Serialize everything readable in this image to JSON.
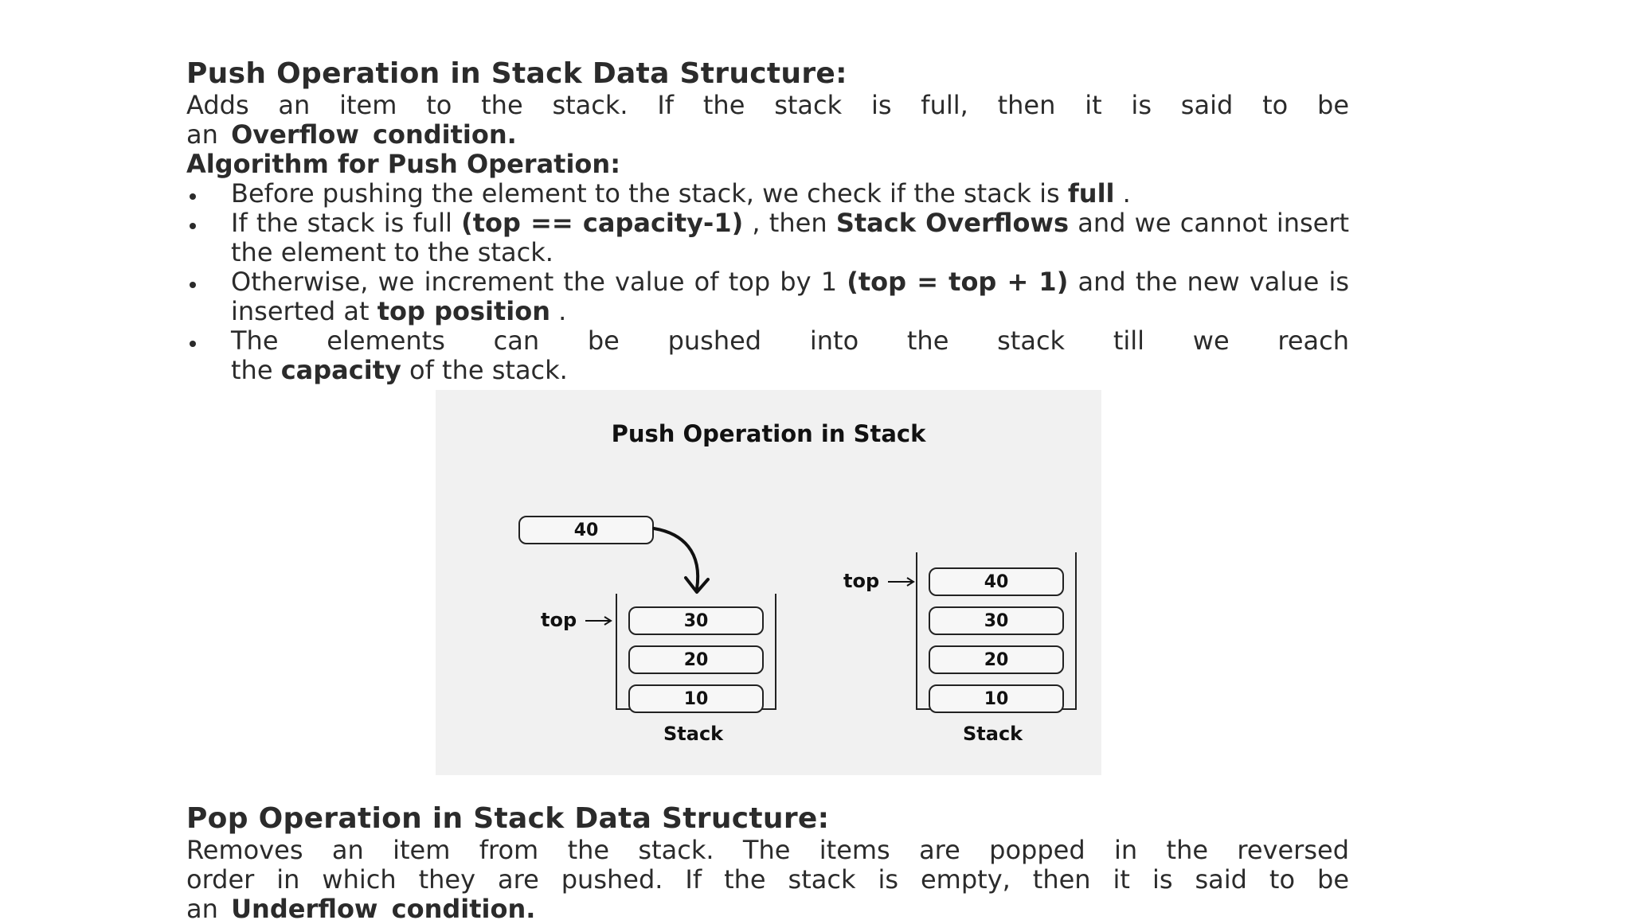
{
  "push": {
    "heading": "Push Operation in Stack Data Structure:",
    "intro_line1": "Adds an item to the stack. If the stack is full, then it is said to be",
    "intro_pre": "an ",
    "intro_bold": "Overflow condition.",
    "algo_heading": "Algorithm for Push Operation:",
    "b1_text": "Before pushing the element to the stack, we check if the stack is ",
    "b1_bold": "full",
    "b1_end": " .",
    "b2_t1": "If the stack is full ",
    "b2_b1": "(top == capacity-1)",
    "b2_t2": " , then ",
    "b2_b2": "Stack Overflows",
    "b2_t3": " and we cannot insert the element to the stack.",
    "b3_t1": "Otherwise, we increment the value of top by 1 ",
    "b3_b1": "(top = top + 1)",
    "b3_t2": " and the new value is inserted at ",
    "b3_b2": "top position",
    "b3_t3": " .",
    "b4_line1": "The elements can be pushed into the stack till we reach",
    "b4_t1": "the ",
    "b4_b1": "capacity",
    "b4_t2": " of the stack."
  },
  "figure": {
    "title": "Push Operation in Stack",
    "incoming_value": "40",
    "left_stack": {
      "items": [
        "30",
        "20",
        "10"
      ],
      "top_label": "top",
      "caption": "Stack"
    },
    "right_stack": {
      "items": [
        "40",
        "30",
        "20",
        "10"
      ],
      "top_label": "top",
      "caption": "Stack"
    }
  },
  "pop": {
    "heading": "Pop Operation in Stack Data Structure:",
    "line1": "Removes an item from the stack. The items are popped in the reversed",
    "line2": "order in which they are pushed. If the stack is empty, then it is said to be",
    "line3_pre": "an ",
    "line3_bold": "Underflow condition."
  }
}
